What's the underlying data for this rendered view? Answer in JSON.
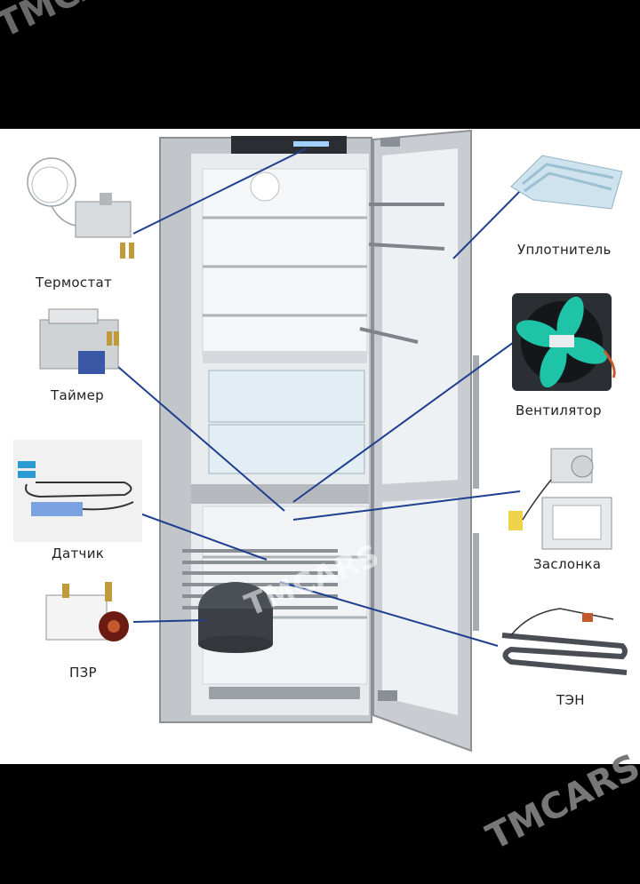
{
  "watermarks": {
    "top": "TMCARS",
    "middle": "TMCARS",
    "bottom": "TMCARS"
  },
  "labels": {
    "thermostat": "Термостат",
    "timer": "Таймер",
    "sensor": "Датчик",
    "relay": "ПЗР",
    "seal": "Уплотнитель",
    "fan": "Вентилятор",
    "damper": "Заслонка",
    "heater": "ТЭН"
  },
  "colors": {
    "leader_line": "#1f3f8f",
    "fridge_steel": "#b9bcc0",
    "fan_blade": "#1fc3a8",
    "seal": "#cfe3ee"
  },
  "icons": [
    "thermostat-icon",
    "timer-icon",
    "sensor-icon",
    "relay-icon",
    "seal-icon",
    "fan-icon",
    "damper-icon",
    "heater-icon",
    "refrigerator-illustration"
  ]
}
